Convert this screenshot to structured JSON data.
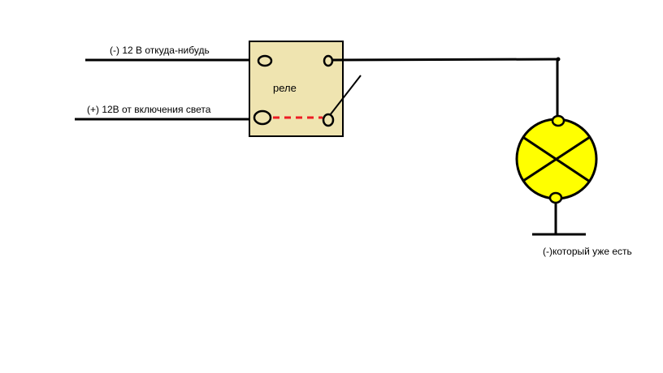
{
  "labels": {
    "input_minus": "(-) 12 В откуда-нибудь",
    "input_plus": "(+) 12В от включения света",
    "relay": "реле",
    "ground": "(-)который уже есть"
  },
  "colors": {
    "relay_body": "#efe4b0",
    "lamp": "#ffff00",
    "wire": "#000000",
    "coil_link": "#ed1c24"
  }
}
